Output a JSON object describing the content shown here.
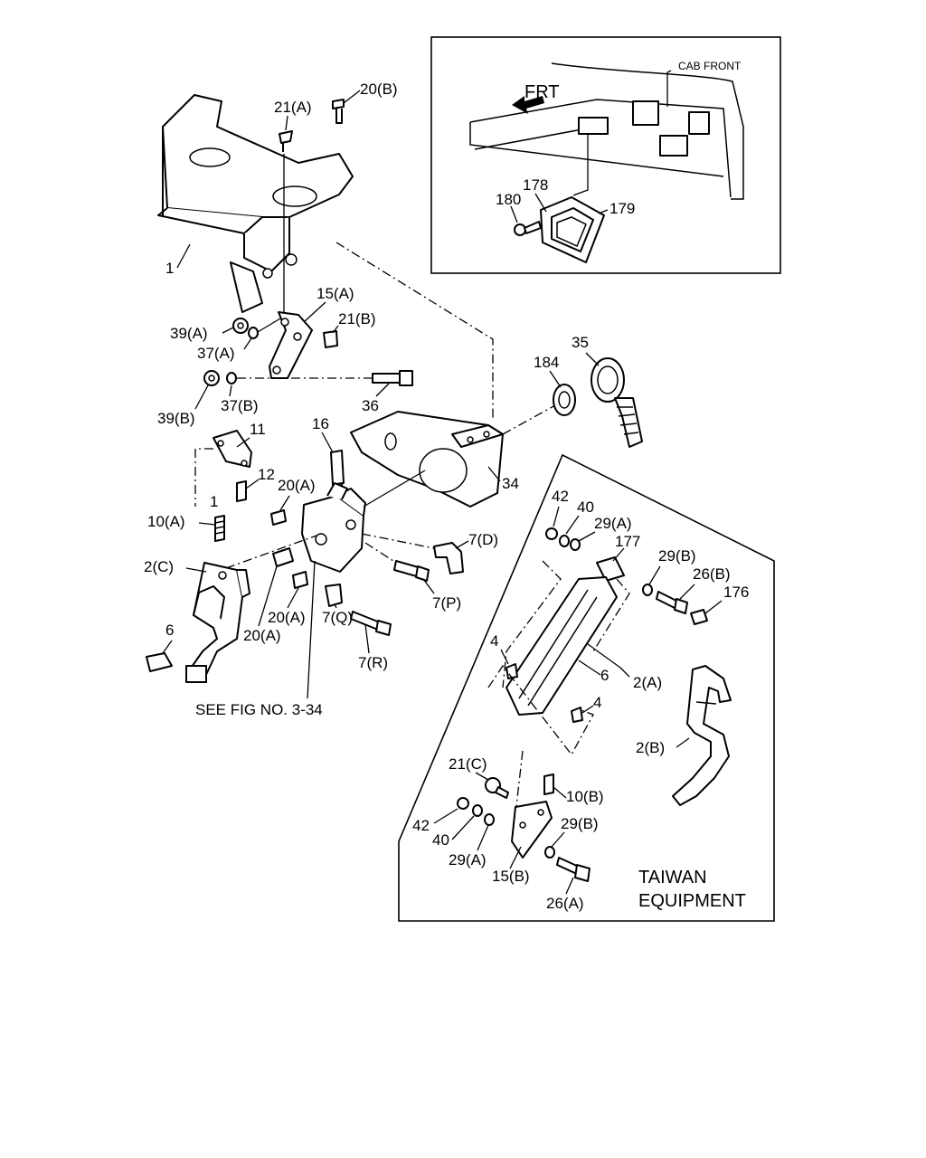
{
  "inset": {
    "direction_label": "FRT",
    "cab_label": "CAB FRONT",
    "parts": [
      "180",
      "178",
      "179"
    ]
  },
  "callouts": {
    "p20b": "20(B)",
    "p21a": "21(A)",
    "p1": "1",
    "p15a": "15(A)",
    "p21b": "21(B)",
    "p39a": "39(A)",
    "p37a": "37(A)",
    "p39b": "39(B)",
    "p37b": "37(B)",
    "p36": "36",
    "p184": "184",
    "p35": "35",
    "p34": "34",
    "p11": "11",
    "p16": "16",
    "p12": "12",
    "p20a_1": "20(A)",
    "p1b": "1",
    "p10a": "10(A)",
    "p2c": "2(C)",
    "p7d": "7(D)",
    "p7p": "7(P)",
    "p20a_2": "20(A)",
    "p20a_3": "20(A)",
    "p7q": "7(Q)",
    "p7r": "7(R)",
    "p6": "6"
  },
  "see_figure": "SEE FIG NO. 3-34",
  "taiwan": {
    "title_line1": "TAIWAN",
    "title_line2": "EQUIPMENT",
    "callouts": {
      "p42": "42",
      "p40": "40",
      "p29a": "29(A)",
      "p177": "177",
      "p29b": "29(B)",
      "p26b": "26(B)",
      "p176": "176",
      "p4a": "4",
      "p6": "6",
      "p2a": "2(A)",
      "p4b": "4",
      "p2b": "2(B)",
      "p21c": "21(C)",
      "p10b": "10(B)",
      "p42b": "42",
      "p40b": "40",
      "p29a2": "29(A)",
      "p15b": "15(B)",
      "p29b2": "29(B)",
      "p26a": "26(A)"
    }
  }
}
